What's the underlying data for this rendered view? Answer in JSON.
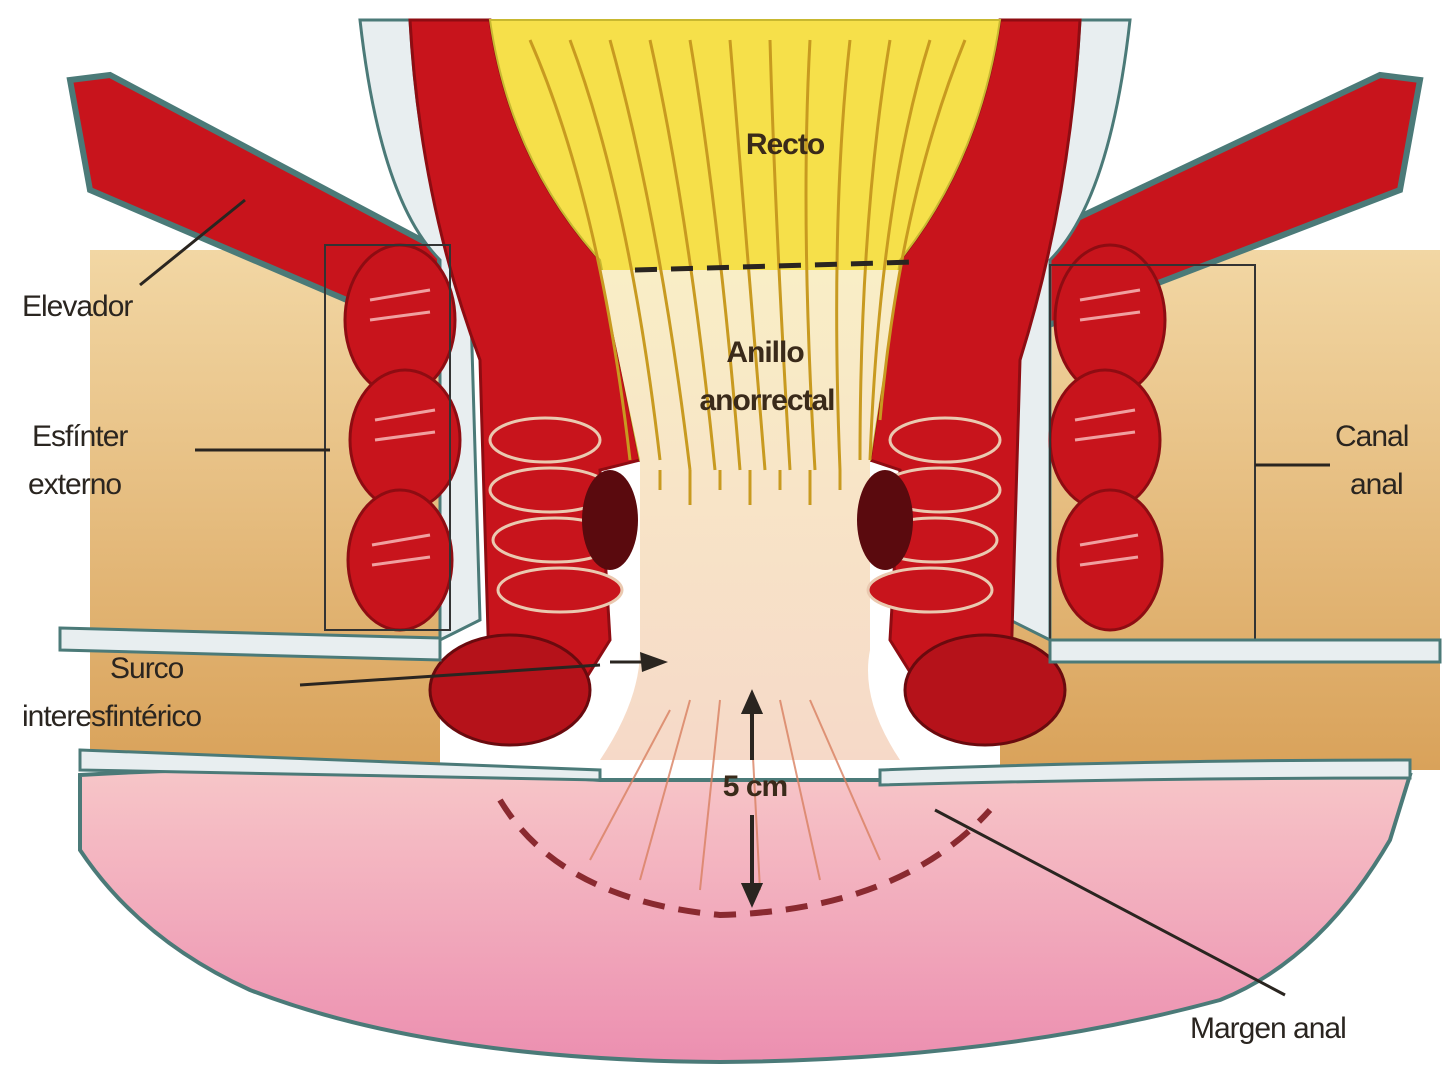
{
  "labels": {
    "recto": "Recto",
    "anillo_line1": "Anillo",
    "anillo_line2": "anorrectal",
    "elevador": "Elevador",
    "esfinter_line1": "Esfínter",
    "esfinter_line2": "externo",
    "canal_line1": "Canal",
    "canal_line2": "anal",
    "surco_line1": "Surco",
    "surco_line2": "interesfintérico",
    "distance": "5 cm",
    "margen": "Margen anal"
  },
  "colors": {
    "muscle_red": "#c8141c",
    "muscle_dark": "#8e0c12",
    "mucosa_yellow": "#f6e04a",
    "fat_tan": "#e8c48a",
    "skin_pink": "#f3a9bf",
    "fascia_white": "#e8eef0",
    "outline_teal": "#4b7a78"
  }
}
